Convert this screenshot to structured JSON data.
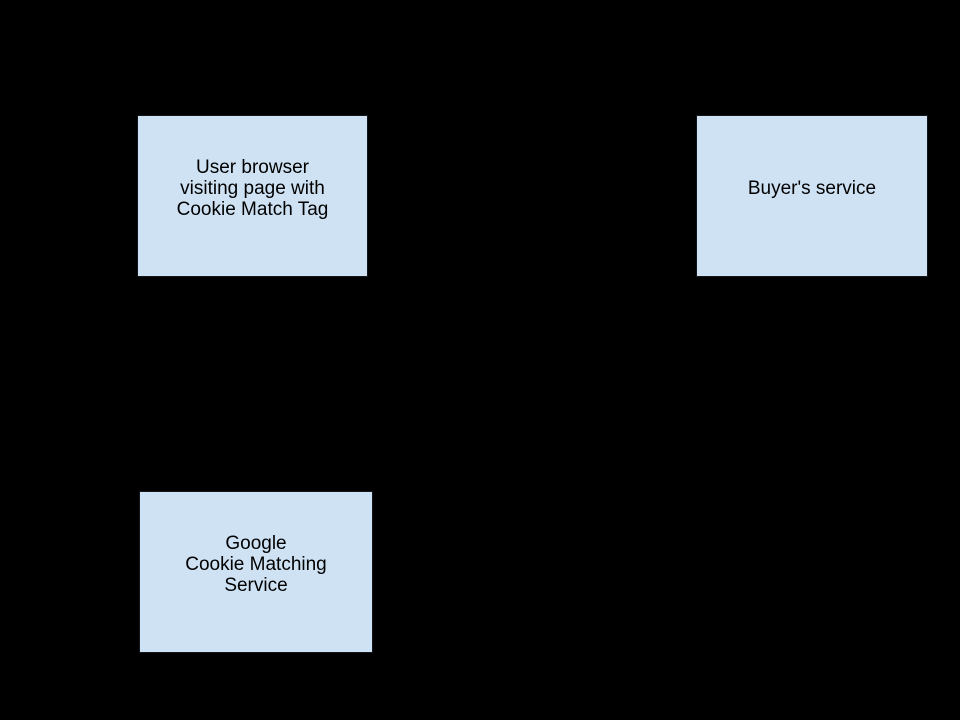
{
  "canvas": {
    "background_color": "#000000"
  },
  "diagram": {
    "node_fill_color": "#cfe2f3",
    "node_text_color": "#000000",
    "nodes": [
      {
        "id": "user-browser",
        "lines": [
          "User browser",
          "visiting page with",
          "Cookie Match Tag"
        ]
      },
      {
        "id": "buyers-service",
        "lines": [
          "Buyer's service"
        ]
      },
      {
        "id": "google-cookie-matching-service",
        "lines": [
          "Google",
          "Cookie Matching",
          "Service"
        ]
      }
    ]
  }
}
